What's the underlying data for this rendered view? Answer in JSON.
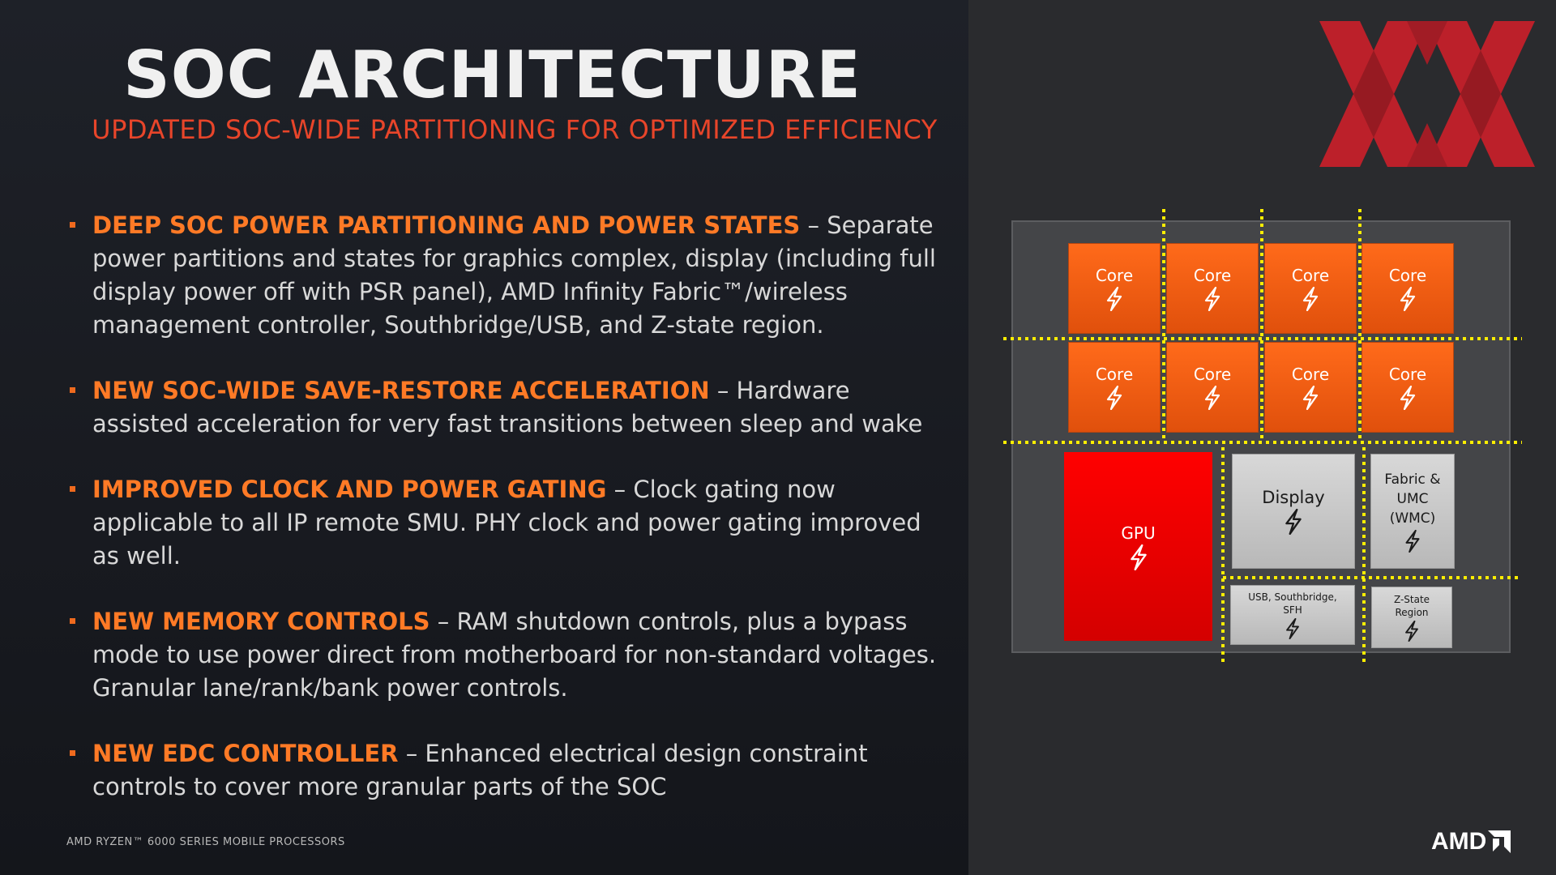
{
  "slide": {
    "title": "SOC ARCHITECTURE",
    "subtitle": "UPDATED SOC-WIDE PARTITIONING FOR OPTIMIZED EFFICIENCY",
    "footer": "AMD RYZEN™ 6000 SERIES MOBILE PROCESSORS",
    "logo_text": "AMD",
    "colors": {
      "accent": "#ff7a26",
      "subtitle": "#e8452a",
      "core": "#ff6a1a",
      "gpu": "#ff0000",
      "partition_line": "#ffee00"
    }
  },
  "bullets": [
    {
      "head": "DEEP SOC POWER PARTITIONING AND POWER STATES",
      "text": " – Separate power partitions and states for graphics complex, display (including full display power off with PSR panel), AMD Infinity Fabric™/wireless management controller, Southbridge/USB, and Z-state region."
    },
    {
      "head": "NEW SOC-WIDE SAVE-RESTORE ACCELERATION",
      "text": " – Hardware assisted acceleration for very fast transitions between sleep and wake"
    },
    {
      "head": "IMPROVED CLOCK AND POWER GATING",
      "text": " – Clock gating now applicable to all IP remote SMU. PHY clock and power gating improved as well."
    },
    {
      "head": "NEW MEMORY CONTROLS",
      "text": " – RAM shutdown controls, plus a bypass mode to use power direct from motherboard for non-standard voltages. Granular lane/rank/bank power controls."
    },
    {
      "head": "NEW EDC CONTROLLER",
      "text": " – Enhanced electrical design constraint controls to cover more granular parts of the SOC"
    }
  ],
  "diagram": {
    "cores": [
      "Core",
      "Core",
      "Core",
      "Core",
      "Core",
      "Core",
      "Core",
      "Core"
    ],
    "gpu": "GPU",
    "display": "Display",
    "fabric": [
      "Fabric &",
      "UMC",
      "(WMC)"
    ],
    "usb": [
      "USB, Southbridge,",
      "SFH"
    ],
    "zstate": [
      "Z-State",
      "Region"
    ],
    "icon": "lightning-bolt-icon"
  }
}
